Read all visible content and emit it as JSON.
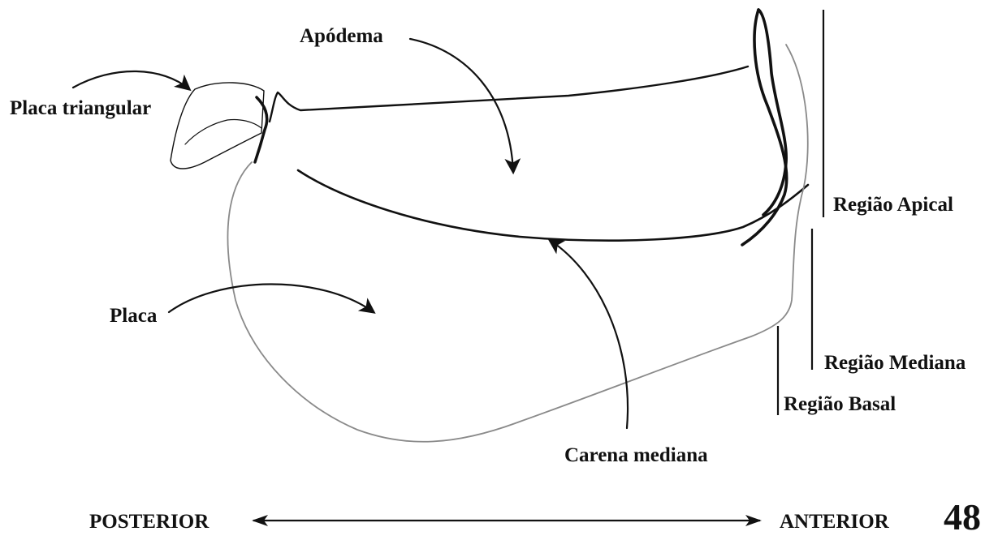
{
  "labels": {
    "apodema": "Apódema",
    "placa_triangular": "Placa triangular",
    "placa": "Placa",
    "carena_mediana": "Carena mediana",
    "regiao_apical": "Região Apical",
    "regiao_mediana": "Região Mediana",
    "regiao_basal": "Região Basal",
    "posterior": "POSTERIOR",
    "anterior": "ANTERIOR",
    "figure_number": "48"
  },
  "colors": {
    "ink": "#111111",
    "outline_gray": "#8a8a8a",
    "background": "#ffffff"
  }
}
